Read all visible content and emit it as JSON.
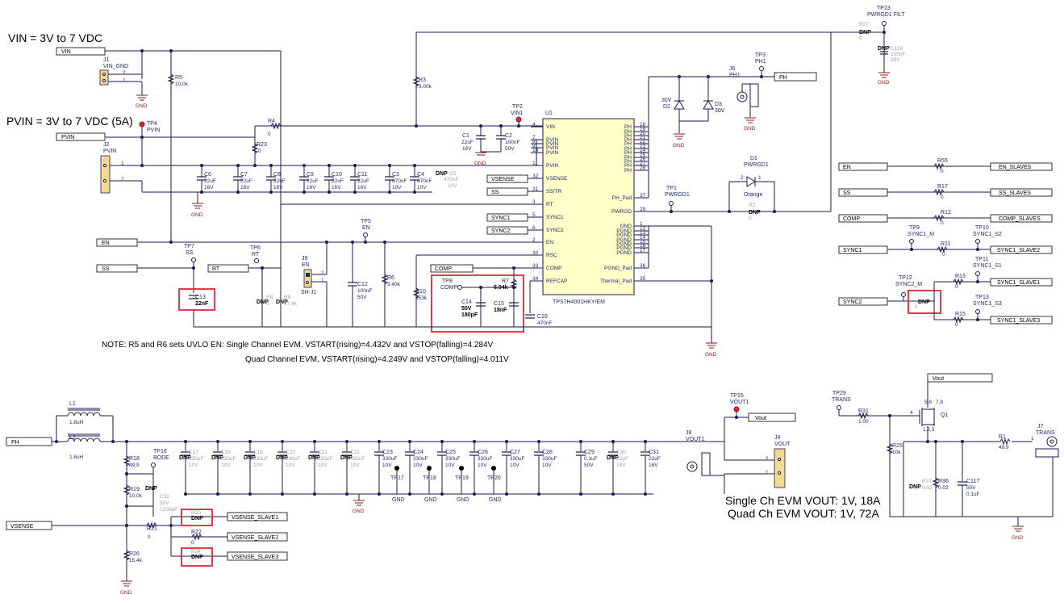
{
  "supply": {
    "vin_label": "VIN = 3V to 7 VDC",
    "pvin_label": "PVIN = 3V to 7 VDC (5A)"
  },
  "nets": {
    "vin": "VIN",
    "pvin": "PVIN",
    "en": "EN",
    "ss": "SS",
    "rt": "RT",
    "ph": "PH",
    "vsense": "VSENSE",
    "sync1": "SYNC1",
    "sync2": "SYNC2",
    "comp": "COMP",
    "vout": "Vout",
    "en_slaves": "EN_SLAVES",
    "ss_slaves": "SS_SLAVES",
    "comp_slaves": "COMP_SLAVES",
    "sync1_slave2": "SYNC1_SLAVE2",
    "sync1_slave1": "SYNC1_SLAVE1",
    "sync1_slave3": "SYNC1_SLAVE3",
    "vsense_slave1": "VSENSE_SLAVE1",
    "vsense_slave2": "VSENSE_SLAVE2",
    "vsense_slave3": "VSENSE_SLAVE3"
  },
  "ic": {
    "ref": "U1",
    "part": "TPS7H4001HKY/EM",
    "left_pins": [
      {
        "num": "4",
        "name": "VIN"
      },
      {
        "num": "7",
        "name": "PVIN"
      },
      {
        "num": "8",
        "name": "PVIN"
      },
      {
        "num": "9",
        "name": "PVIN"
      },
      {
        "num": "10",
        "name": "PVIN"
      },
      {
        "num": "11",
        "name": "PVIN"
      },
      {
        "num": "32",
        "name": "VSENSE"
      },
      {
        "num": "31",
        "name": "SS/TR"
      },
      {
        "num": "3",
        "name": "RT"
      },
      {
        "num": "5",
        "name": "SYNC1"
      },
      {
        "num": "6",
        "name": "SYNC2"
      },
      {
        "num": "2",
        "name": "EN"
      },
      {
        "num": "30",
        "name": "RSC"
      },
      {
        "num": "33",
        "name": "COMP"
      },
      {
        "num": "34",
        "name": "REFCAP"
      }
    ],
    "right_pins": [
      {
        "num": "18",
        "name": "PH"
      },
      {
        "num": "19",
        "name": "PH"
      },
      {
        "num": "20",
        "name": "PH"
      },
      {
        "num": "21",
        "name": "PH"
      },
      {
        "num": "22",
        "name": "PH"
      },
      {
        "num": "23",
        "name": "PH"
      },
      {
        "num": "24",
        "name": "PH"
      },
      {
        "num": "25",
        "name": "PH"
      },
      {
        "num": "26",
        "name": "PH"
      },
      {
        "num": "27",
        "name": "PH"
      },
      {
        "num": "28",
        "name": "PH"
      },
      {
        "num": "37",
        "name": "PH_Pad"
      },
      {
        "num": "29",
        "name": "PWRGD"
      },
      {
        "num": "1",
        "name": "GND"
      },
      {
        "num": "12",
        "name": "PGND"
      },
      {
        "num": "13",
        "name": "PGND"
      },
      {
        "num": "14",
        "name": "PGND"
      },
      {
        "num": "15",
        "name": "PGND"
      },
      {
        "num": "16",
        "name": "PGND"
      },
      {
        "num": "17",
        "name": "PGND"
      },
      {
        "num": "36",
        "name": "PGND_Pad"
      },
      {
        "num": "35",
        "name": "Thermal_Pad"
      }
    ]
  },
  "input_caps": [
    {
      "ref": "C6",
      "value": "22uF",
      "voltage": "16V"
    },
    {
      "ref": "C7",
      "value": "22uF",
      "voltage": "16V"
    },
    {
      "ref": "C8",
      "value": "22uF",
      "voltage": "16V"
    },
    {
      "ref": "C9",
      "value": "22uF",
      "voltage": "16V"
    },
    {
      "ref": "C10",
      "value": "22uF",
      "voltage": "16V"
    },
    {
      "ref": "C11",
      "value": "22uF",
      "voltage": "16V"
    },
    {
      "ref": "C3",
      "value": "470uF",
      "voltage": "10V"
    },
    {
      "ref": "C4",
      "value": "470uF",
      "voltage": "10V"
    }
  ],
  "c5": {
    "ref": "C5",
    "dnp": "DNP",
    "value": "470uF",
    "voltage": "10V"
  },
  "vin_caps": [
    {
      "ref": "C1",
      "value": "22uF",
      "voltage": "16V"
    },
    {
      "ref": "C2",
      "value": "100nF",
      "voltage": "50V"
    }
  ],
  "resistors": {
    "r5": {
      "ref": "R5",
      "value": "10.0k"
    },
    "r3": {
      "ref": "R3",
      "value": "3.00k"
    },
    "r4": {
      "ref": "R4",
      "value": "0"
    },
    "r23": {
      "ref": "R23",
      "value": "0"
    },
    "r6": {
      "ref": "R6",
      "value": "3.40k"
    },
    "r10": {
      "ref": "R10",
      "value": "953k"
    },
    "r7": {
      "ref": "R7",
      "value": "6.04k"
    },
    "r8": {
      "ref": "R8",
      "value": "0",
      "dnp": "DNP"
    },
    "r9": {
      "ref": "R9",
      "value": "17.4k",
      "dnp": "DNP"
    },
    "r2": {
      "ref": "R2",
      "value": "0",
      "dnp": "DNP"
    },
    "r27": {
      "ref": "R27",
      "value": "0",
      "dnp": "DNP"
    },
    "r55": {
      "ref": "R55",
      "value": "0"
    },
    "r17": {
      "ref": "R17",
      "value": "0"
    },
    "r12": {
      "ref": "R12",
      "value": "0"
    },
    "r11": {
      "ref": "R11",
      "value": "0"
    },
    "r13": {
      "ref": "R13",
      "value": "0"
    },
    "r14": {
      "ref": "R14",
      "value": "0",
      "dnp": "DNP"
    },
    "r15": {
      "ref": "R15",
      "value": "0"
    },
    "r18": {
      "ref": "R18",
      "value": "49.9"
    },
    "r19": {
      "ref": "R19",
      "value": "10.0k"
    },
    "r21": {
      "ref": "R21",
      "value": "0"
    },
    "r22": {
      "ref": "R22",
      "value": "0"
    },
    "r20": {
      "ref": "R20",
      "dnp": "DNP"
    },
    "r24": {
      "ref": "R24",
      "dnp": "DNP"
    },
    "r26": {
      "ref": "R26",
      "value": "15.4k"
    },
    "r31": {
      "ref": "R31",
      "value": "1.00"
    },
    "r25": {
      "ref": "R25",
      "value": "10k"
    },
    "r36": {
      "ref": "R36",
      "value": "0.02"
    },
    "r37": {
      "ref": "R37",
      "value": "0.02",
      "dnp": "DNP"
    },
    "r1": {
      "ref": "R1",
      "value": "49.9"
    }
  },
  "caps_misc": {
    "c13": {
      "ref": "C13",
      "value": "22nF"
    },
    "c12": {
      "ref": "C12",
      "value": "100nF",
      "voltage": "50V"
    },
    "c14": {
      "ref": "C14",
      "voltage": "50V",
      "value": "180pF"
    },
    "c15": {
      "ref": "C15",
      "value": "18nF"
    },
    "c16": {
      "ref": "C16",
      "value": "470nF"
    },
    "c118": {
      "ref": "C118",
      "dnp": "DNP",
      "value": "100nF",
      "voltage": "50V"
    },
    "c32": {
      "ref": "C32",
      "dnp": "DNP",
      "voltage": "50V",
      "value": "1200pF"
    },
    "c117": {
      "ref": "C117",
      "voltage": "50V",
      "value": "0.1uF"
    }
  },
  "output_caps": [
    {
      "ref": "C17",
      "value": "330uF",
      "voltage": "10V",
      "dnp": "DNP"
    },
    {
      "ref": "C18",
      "value": "330uF",
      "voltage": "10V",
      "dnp": "DNP"
    },
    {
      "ref": "C19",
      "value": "330uF",
      "voltage": "10V",
      "dnp": "DNP"
    },
    {
      "ref": "C20",
      "value": "330uF",
      "voltage": "10V",
      "dnp": "DNP"
    },
    {
      "ref": "C21",
      "value": "330uF",
      "voltage": "10V",
      "dnp": "DNP"
    },
    {
      "ref": "C22",
      "value": "330uF",
      "voltage": "10V",
      "dnp": "DNP"
    },
    {
      "ref": "C23",
      "value": "330uF",
      "voltage": "10V",
      "dnp": ""
    },
    {
      "ref": "C24",
      "value": "330uF",
      "voltage": "10V",
      "dnp": ""
    },
    {
      "ref": "C25",
      "value": "330uF",
      "voltage": "10V",
      "dnp": ""
    },
    {
      "ref": "C26",
      "value": "330uF",
      "voltage": "10V",
      "dnp": ""
    },
    {
      "ref": "C27",
      "value": "330uF",
      "voltage": "10V",
      "dnp": ""
    },
    {
      "ref": "C28",
      "value": "330uF",
      "voltage": "10V",
      "dnp": ""
    },
    {
      "ref": "C29",
      "value": "0.1uF",
      "voltage": "50V",
      "dnp": ""
    },
    {
      "ref": "C30",
      "value": "22uF",
      "voltage": "16V",
      "dnp": "DNP"
    },
    {
      "ref": "C31",
      "value": "22uF",
      "voltage": "16V",
      "dnp": ""
    }
  ],
  "diodes": {
    "d2": {
      "ref": "D2",
      "value": "30V"
    },
    "d3": {
      "ref": "D3",
      "value": "30V"
    },
    "d1": {
      "ref": "D1",
      "name": "PWRGD1",
      "color": "Orange"
    }
  },
  "inductors": {
    "l1": {
      "ref": "L1",
      "value": "1.8uH"
    },
    "l2": {
      "ref": "L2",
      "value": "1.8uH"
    }
  },
  "transistor": {
    "ref": "Q1",
    "pins": "5,6",
    "pins2": "1,2,3",
    "pins3": "7,8",
    "gate": "4"
  },
  "connectors": {
    "j1": {
      "ref": "J1",
      "name": "VIN_GND"
    },
    "j2": {
      "ref": "J2",
      "name": "PVIN"
    },
    "j4": {
      "ref": "J4",
      "name": "VOUT"
    },
    "j6": {
      "ref": "J6",
      "name": "PH1"
    },
    "j7": {
      "ref": "J7",
      "name": "TRANS"
    },
    "j8": {
      "ref": "J8",
      "name": "VOUT1"
    },
    "j9": {
      "ref": "J9",
      "name": "EN",
      "jumper": "SH-J1"
    }
  },
  "testpoints": {
    "tp1": {
      "ref": "TP1",
      "name": "PWRGD1"
    },
    "tp2": {
      "ref": "TP2",
      "name": "VIN1"
    },
    "tp3": {
      "ref": "TP3",
      "name": "PH1"
    },
    "tp4": {
      "ref": "TP4",
      "name": "PVIN"
    },
    "tp5": {
      "ref": "TP5",
      "name": "EN"
    },
    "tp6": {
      "ref": "TP6",
      "name": "RT"
    },
    "tp7": {
      "ref": "TP7",
      "name": "SS"
    },
    "tp8": {
      "ref": "TP8",
      "name": "COMP"
    },
    "tp9": {
      "ref": "TP9",
      "name": "SYNC1_M"
    },
    "tp10": {
      "ref": "TP10",
      "name": "SYNC1_S2"
    },
    "tp11": {
      "ref": "TP11",
      "name": "SYNC1_S1"
    },
    "tp12": {
      "ref": "TP12",
      "name": "SYNC2_M"
    },
    "tp13": {
      "ref": "TP13",
      "name": "SYNC1_S3"
    },
    "tp15": {
      "ref": "TP15",
      "name": "VOUT1"
    },
    "tp16": {
      "ref": "TP16",
      "name": "BODE"
    },
    "tp17": {
      "ref": "TP17",
      "name": "GND"
    },
    "tp18": {
      "ref": "TP18",
      "name": "GND"
    },
    "tp19": {
      "ref": "TP19",
      "name": "GND"
    },
    "tp20": {
      "ref": "TP20",
      "name": "GND"
    },
    "tp23": {
      "ref": "TP23",
      "name": "PWRGD1 FILT"
    },
    "tp29": {
      "ref": "TP29",
      "name": "TRANS"
    }
  },
  "ground_label": "GND",
  "dnp_label": "DNP",
  "notes": {
    "line1": "NOTE:  R5 and R6 sets UVLO EN:  Single Channel EVM. VSTART(rising)=4.432V and VSTOP(falling)=4.284V",
    "line2": "Quad Channel EVM,  VSTART(rising)=4.249V and VSTOP(falling)=4.011V",
    "vout_single": "Single Ch EVM VOUT:  1V, 18A",
    "vout_quad": "Quad Ch EVM VOUT:  1V, 72A"
  },
  "colors": {
    "wire": "#1a1a55",
    "highlight": "#e32636",
    "ic_fill": "#ffffc8",
    "connector_fill": "#f5d98f",
    "ground": "#8b1a1a"
  }
}
